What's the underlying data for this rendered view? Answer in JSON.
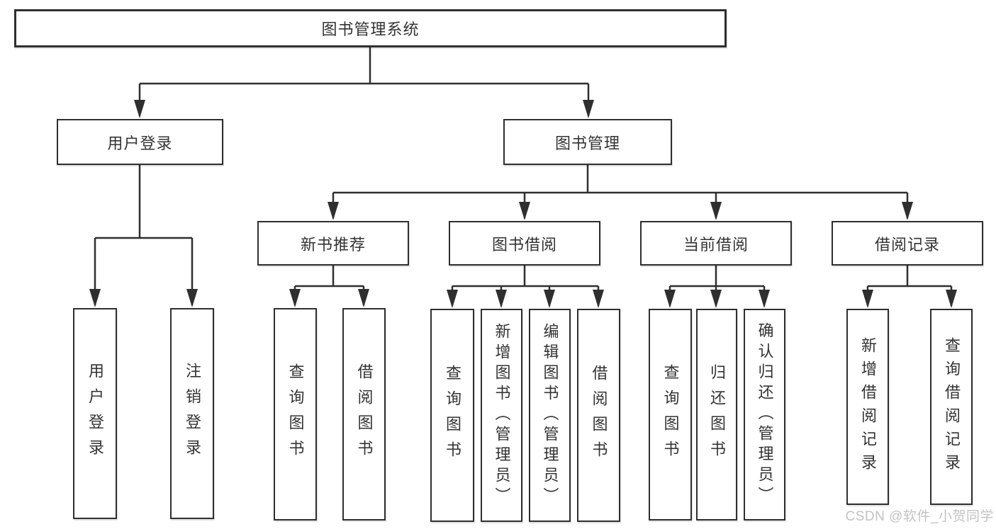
{
  "diagram_title": "图书管理系统",
  "watermark": {
    "text": "CSDN @软件_小贺同学"
  },
  "colors": {
    "box_border": "#2f2f2f",
    "connector": "#2f2f2f",
    "text": "#333333",
    "box_fill": "#ffffff",
    "background": "#ffffff",
    "watermark": "#c2c2c2"
  },
  "tree": {
    "root": {
      "label": "图书管理系统"
    },
    "children": [
      {
        "label": "用户登录",
        "children": [
          {
            "label": "用户登录"
          },
          {
            "label": "注销登录"
          }
        ]
      },
      {
        "label": "图书管理",
        "children": [
          {
            "label": "新书推荐",
            "children": [
              {
                "label": "查询图书"
              },
              {
                "label": "借阅图书"
              }
            ]
          },
          {
            "label": "图书借阅",
            "children": [
              {
                "label": "查询图书"
              },
              {
                "label": "新增图书（管理员）"
              },
              {
                "label": "编辑图书（管理员）"
              },
              {
                "label": "借阅图书"
              }
            ]
          },
          {
            "label": "当前借阅",
            "children": [
              {
                "label": "查询图书"
              },
              {
                "label": "归还图书"
              },
              {
                "label": "确认归还（管理员）"
              }
            ]
          },
          {
            "label": "借阅记录",
            "children": [
              {
                "label": "新增借阅记录"
              },
              {
                "label": "查询借阅记录"
              }
            ]
          }
        ]
      }
    ]
  }
}
